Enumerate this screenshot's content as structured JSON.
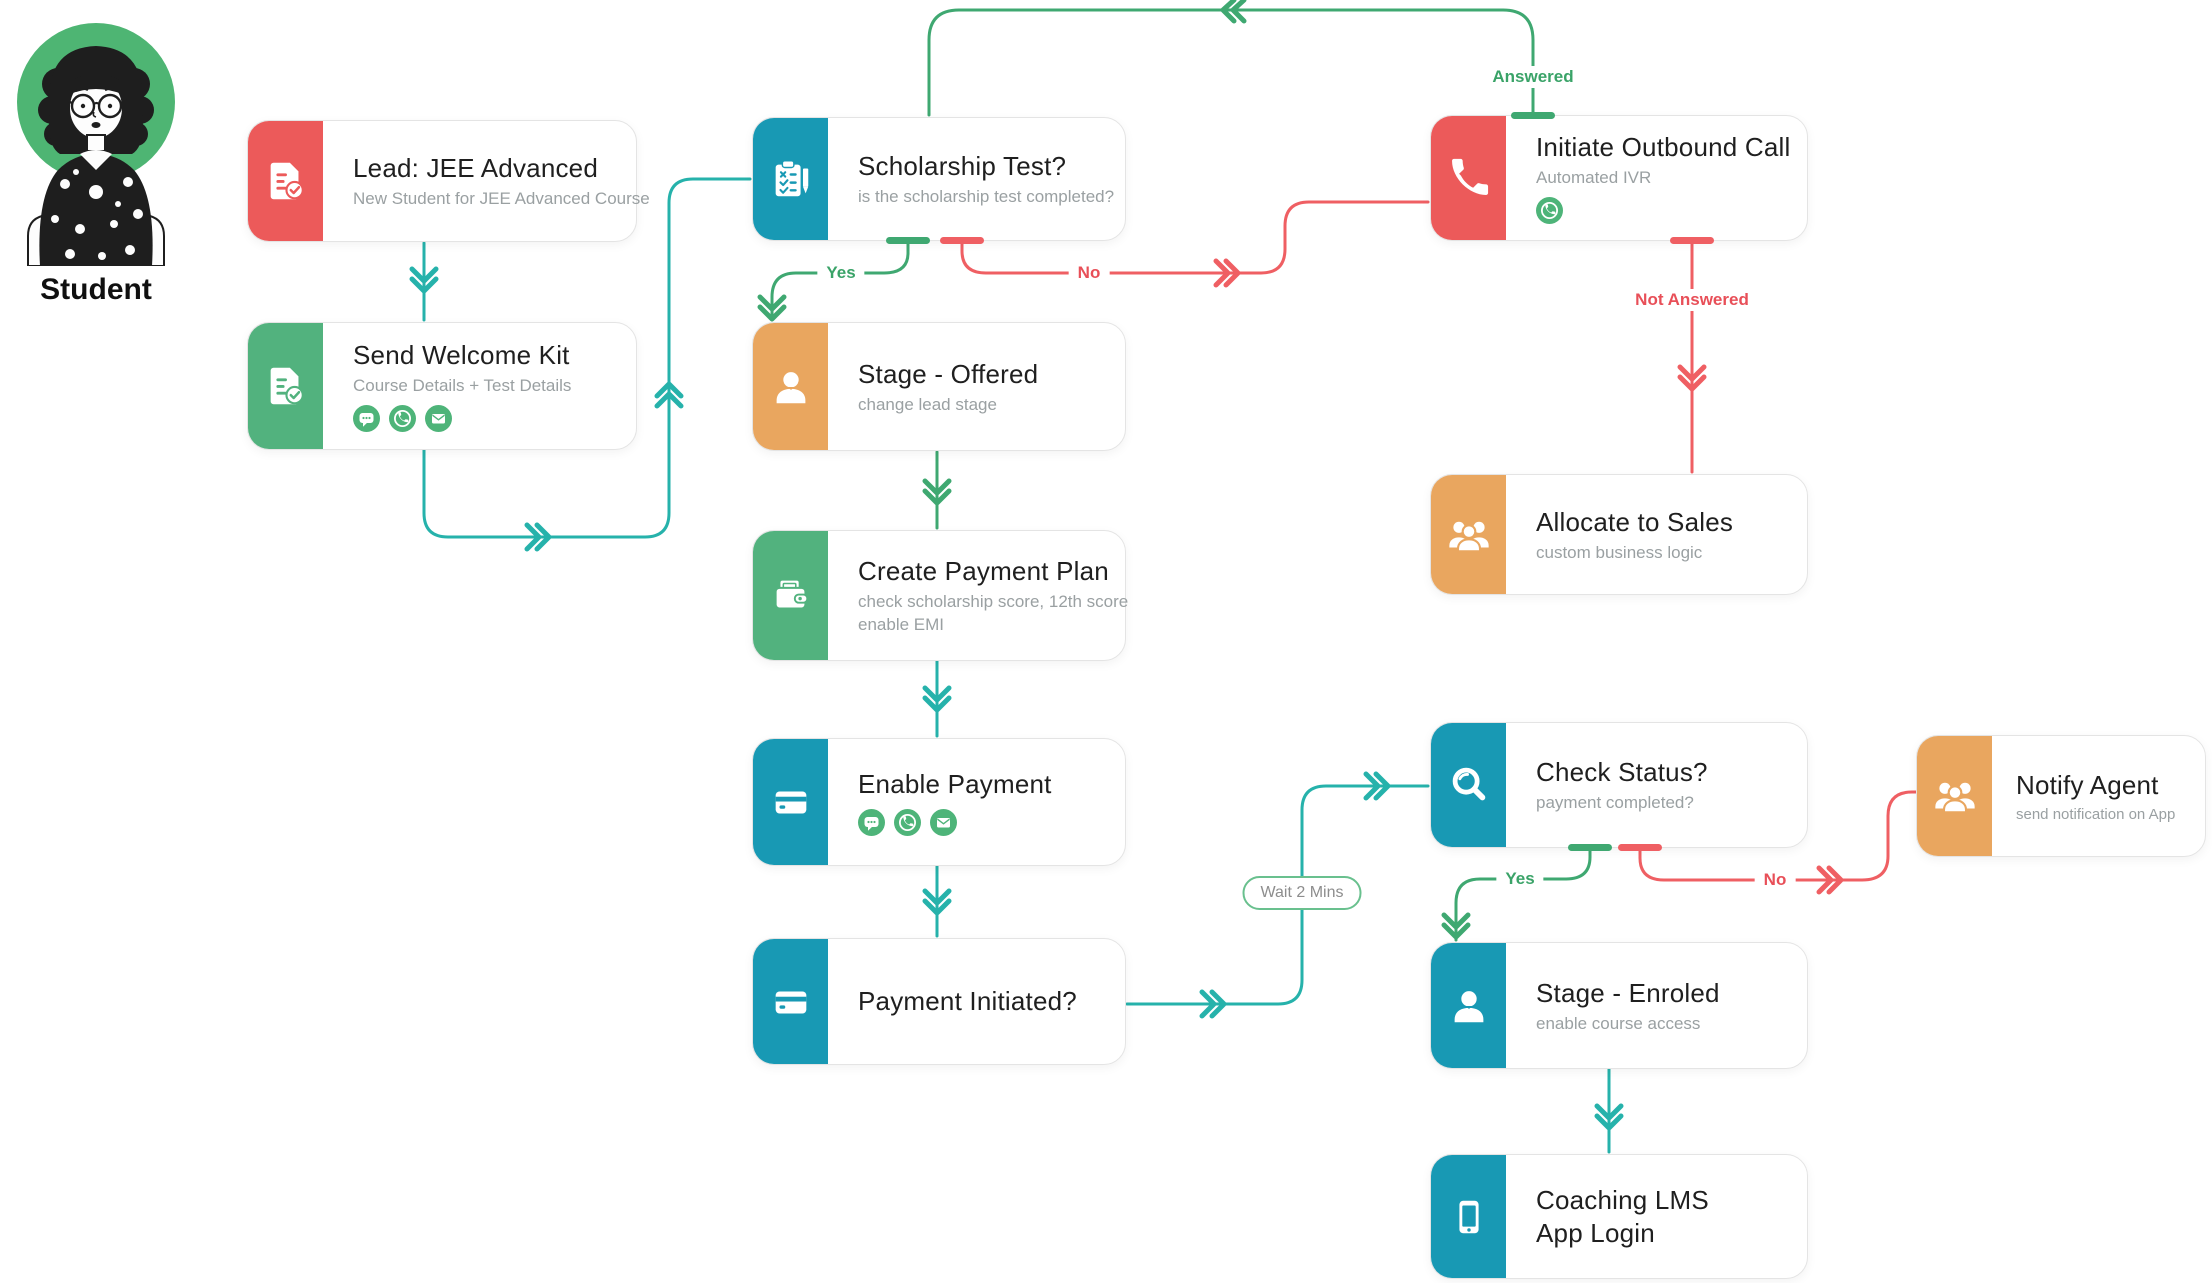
{
  "persona": {
    "label": "Student"
  },
  "nodes": {
    "lead": {
      "title": "Lead: JEE Advanced",
      "subtitle": "New Student for JEE Advanced Course",
      "icon": "document-check",
      "color": "red"
    },
    "welcome": {
      "title": "Send Welcome Kit",
      "subtitle": "Course Details + Test Details",
      "icon": "document-check",
      "color": "green",
      "badges": [
        "chat",
        "whatsapp",
        "email"
      ]
    },
    "scholarship": {
      "title": "Scholarship Test?",
      "subtitle": "is the scholarship test completed?",
      "icon": "clipboard-checklist",
      "color": "teal"
    },
    "call": {
      "title": "Initiate Outbound Call",
      "subtitle": "Automated IVR",
      "icon": "phone",
      "color": "red",
      "badges": [
        "whatsapp"
      ]
    },
    "offered": {
      "title": "Stage - Offered",
      "subtitle": "change lead stage",
      "icon": "person",
      "color": "orange"
    },
    "plan": {
      "title": "Create Payment Plan",
      "subtitle": "check scholarship score, 12th score",
      "subtitle2": "enable EMI",
      "icon": "wallet",
      "color": "green"
    },
    "sales": {
      "title": "Allocate to Sales",
      "subtitle": "custom business logic",
      "icon": "people-group",
      "color": "orange"
    },
    "enable": {
      "title": "Enable Payment",
      "icon": "credit-card",
      "color": "teal",
      "badges": [
        "chat",
        "whatsapp",
        "email"
      ]
    },
    "check": {
      "title": "Check Status?",
      "subtitle": "payment completed?",
      "icon": "magnifier",
      "color": "teal"
    },
    "notify": {
      "title": "Notify Agent",
      "subtitle": "send notification on App",
      "icon": "people-group",
      "color": "orange"
    },
    "initiated": {
      "title": "Payment Initiated?",
      "icon": "credit-card",
      "color": "teal"
    },
    "enroled": {
      "title": "Stage - Enroled",
      "subtitle": "enable course access",
      "icon": "person",
      "color": "teal"
    },
    "lms": {
      "title": "Coaching LMS",
      "title2": "App Login",
      "icon": "smartphone",
      "color": "teal"
    }
  },
  "edges": {
    "answered": "Answered",
    "not_answered": "Not Answered",
    "scholarship_yes": "Yes",
    "scholarship_no": "No",
    "check_yes": "Yes",
    "check_no": "No",
    "wait": "Wait 2 Mins"
  },
  "colors": {
    "wire_teal": "#26b2ab",
    "wire_green": "#3fa871",
    "wire_red": "#ef5f63",
    "panel_red": "#ec5a5a",
    "panel_green": "#52b27e",
    "panel_teal": "#1899b4",
    "panel_orange": "#e9a65f",
    "badge_green": "#4eb479",
    "avatar_green": "#4eb573"
  }
}
